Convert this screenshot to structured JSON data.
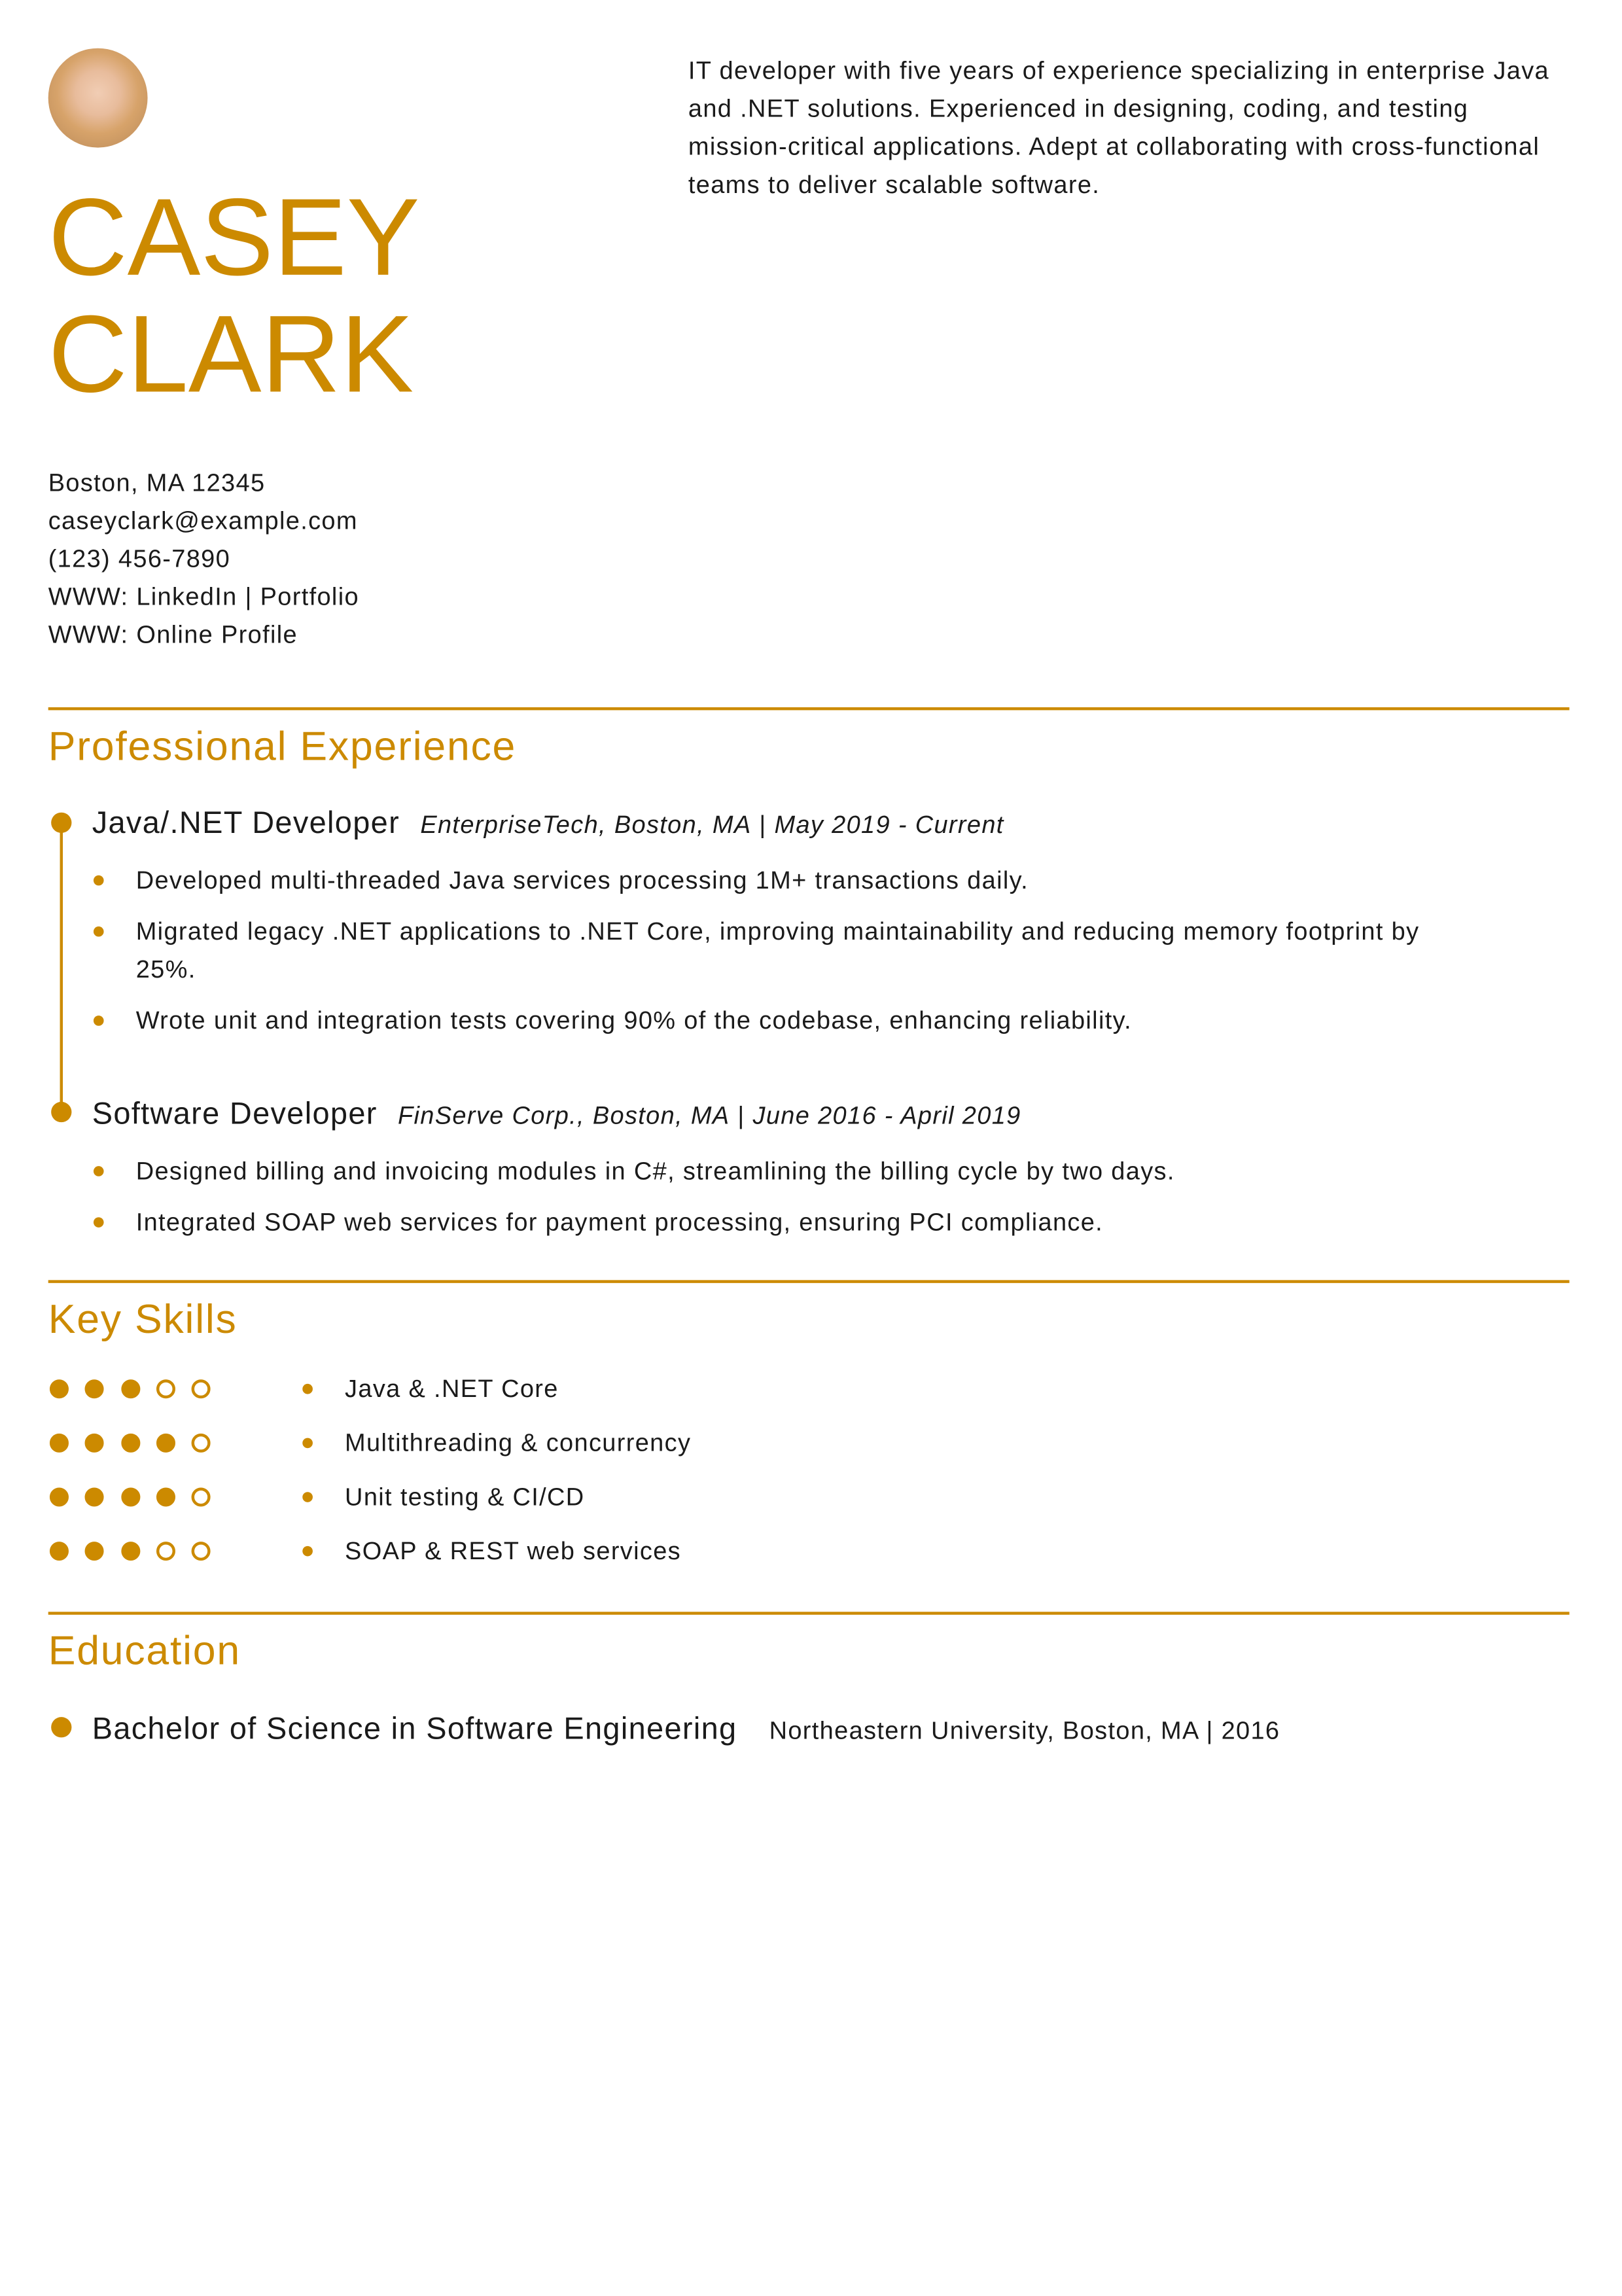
{
  "header": {
    "name_line1": "CASEY",
    "name_line2": "CLARK",
    "summary": "IT developer with five years of experience specializing in enterprise Java and .NET solutions. Experienced in designing, coding, and testing mission-critical applications. Adept at collaborating with cross-functional teams to deliver scalable software."
  },
  "contact": {
    "address": "Boston, MA 12345",
    "email": "caseyclark@example.com",
    "phone": "(123) 456-7890",
    "www1_prefix": "WWW: ",
    "linkedin": "LinkedIn",
    "sep": " | ",
    "portfolio": "Portfolio",
    "www2_prefix": "WWW: ",
    "online_profile": "Online Profile"
  },
  "experience": {
    "heading": "Professional Experience",
    "jobs": [
      {
        "title": "Java/.NET Developer",
        "company": "EnterpriseTech",
        "location": ", Boston, MA",
        "sep": " | ",
        "dates": "May 2019 - Current",
        "bullets": [
          "Developed multi-threaded Java services processing 1M+ transactions daily.",
          "Migrated legacy .NET applications to .NET Core, improving maintainability and reducing memory footprint by 25%.",
          "Wrote unit and integration tests covering 90% of the codebase, enhancing reliability."
        ]
      },
      {
        "title": "Software Developer",
        "company": "FinServe Corp.",
        "location": ", Boston, MA",
        "sep": " | ",
        "dates": "June 2016 - April 2019",
        "bullets": [
          "Designed billing and invoicing modules in C#, streamlining the billing cycle by two days.",
          "Integrated SOAP web services for payment processing, ensuring PCI compliance."
        ]
      }
    ]
  },
  "skills": {
    "heading": "Key Skills",
    "items": [
      {
        "label": "Java & .NET Core",
        "rating": 3,
        "max": 5
      },
      {
        "label": "Multithreading & concurrency",
        "rating": 4,
        "max": 5
      },
      {
        "label": "Unit testing & CI/CD",
        "rating": 4,
        "max": 5
      },
      {
        "label": "SOAP & REST web services",
        "rating": 3,
        "max": 5
      }
    ]
  },
  "education": {
    "heading": "Education",
    "degree": "Bachelor of Science in Software Engineering",
    "details": "Northeastern University, Boston, MA | 2016"
  },
  "colors": {
    "accent": "#CC8A00",
    "text": "#1a1a1a"
  }
}
